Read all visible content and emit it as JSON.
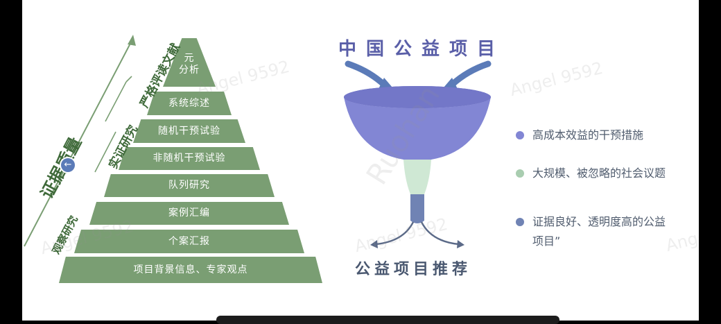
{
  "pyramid": {
    "tiers": [
      {
        "line1": "元",
        "line2": "分析"
      },
      {
        "line1": "系统综述",
        "line2": ""
      },
      {
        "line1": "随机干预试验",
        "line2": ""
      },
      {
        "line1": "非随机干预试验",
        "line2": ""
      },
      {
        "line1": "队列研究",
        "line2": ""
      },
      {
        "line1": "案例汇编",
        "line2": ""
      },
      {
        "line1": "个案汇报",
        "line2": ""
      },
      {
        "line1": "项目背景信息、专家观点",
        "line2": ""
      }
    ],
    "axis_main": "证据质量",
    "axis_strict": "严格评读文献",
    "axis_empirical": "实证研究",
    "axis_observational": "观察研究",
    "color": "#7a9e73"
  },
  "funnel": {
    "title_top": "中国公益项目",
    "title_bottom": "公益项目推荐",
    "colors": {
      "top": "#8286d4",
      "middle": "#cfe8d4",
      "bottom": "#7083b4"
    }
  },
  "legend": [
    {
      "text": "高成本效益的干预措施",
      "text2": "",
      "color": "#8286d4"
    },
    {
      "text": "大规模、被忽略的社会议题",
      "text2": "",
      "color": "#a9cdb0"
    },
    {
      "text": "证据良好、透明度高的公益",
      "text2": "项目”",
      "color": "#7083b4"
    }
  ],
  "watermarks": {
    "angel": "Angel 9592",
    "ruohan": "Ruohan",
    "angel_partial": "Ange"
  }
}
